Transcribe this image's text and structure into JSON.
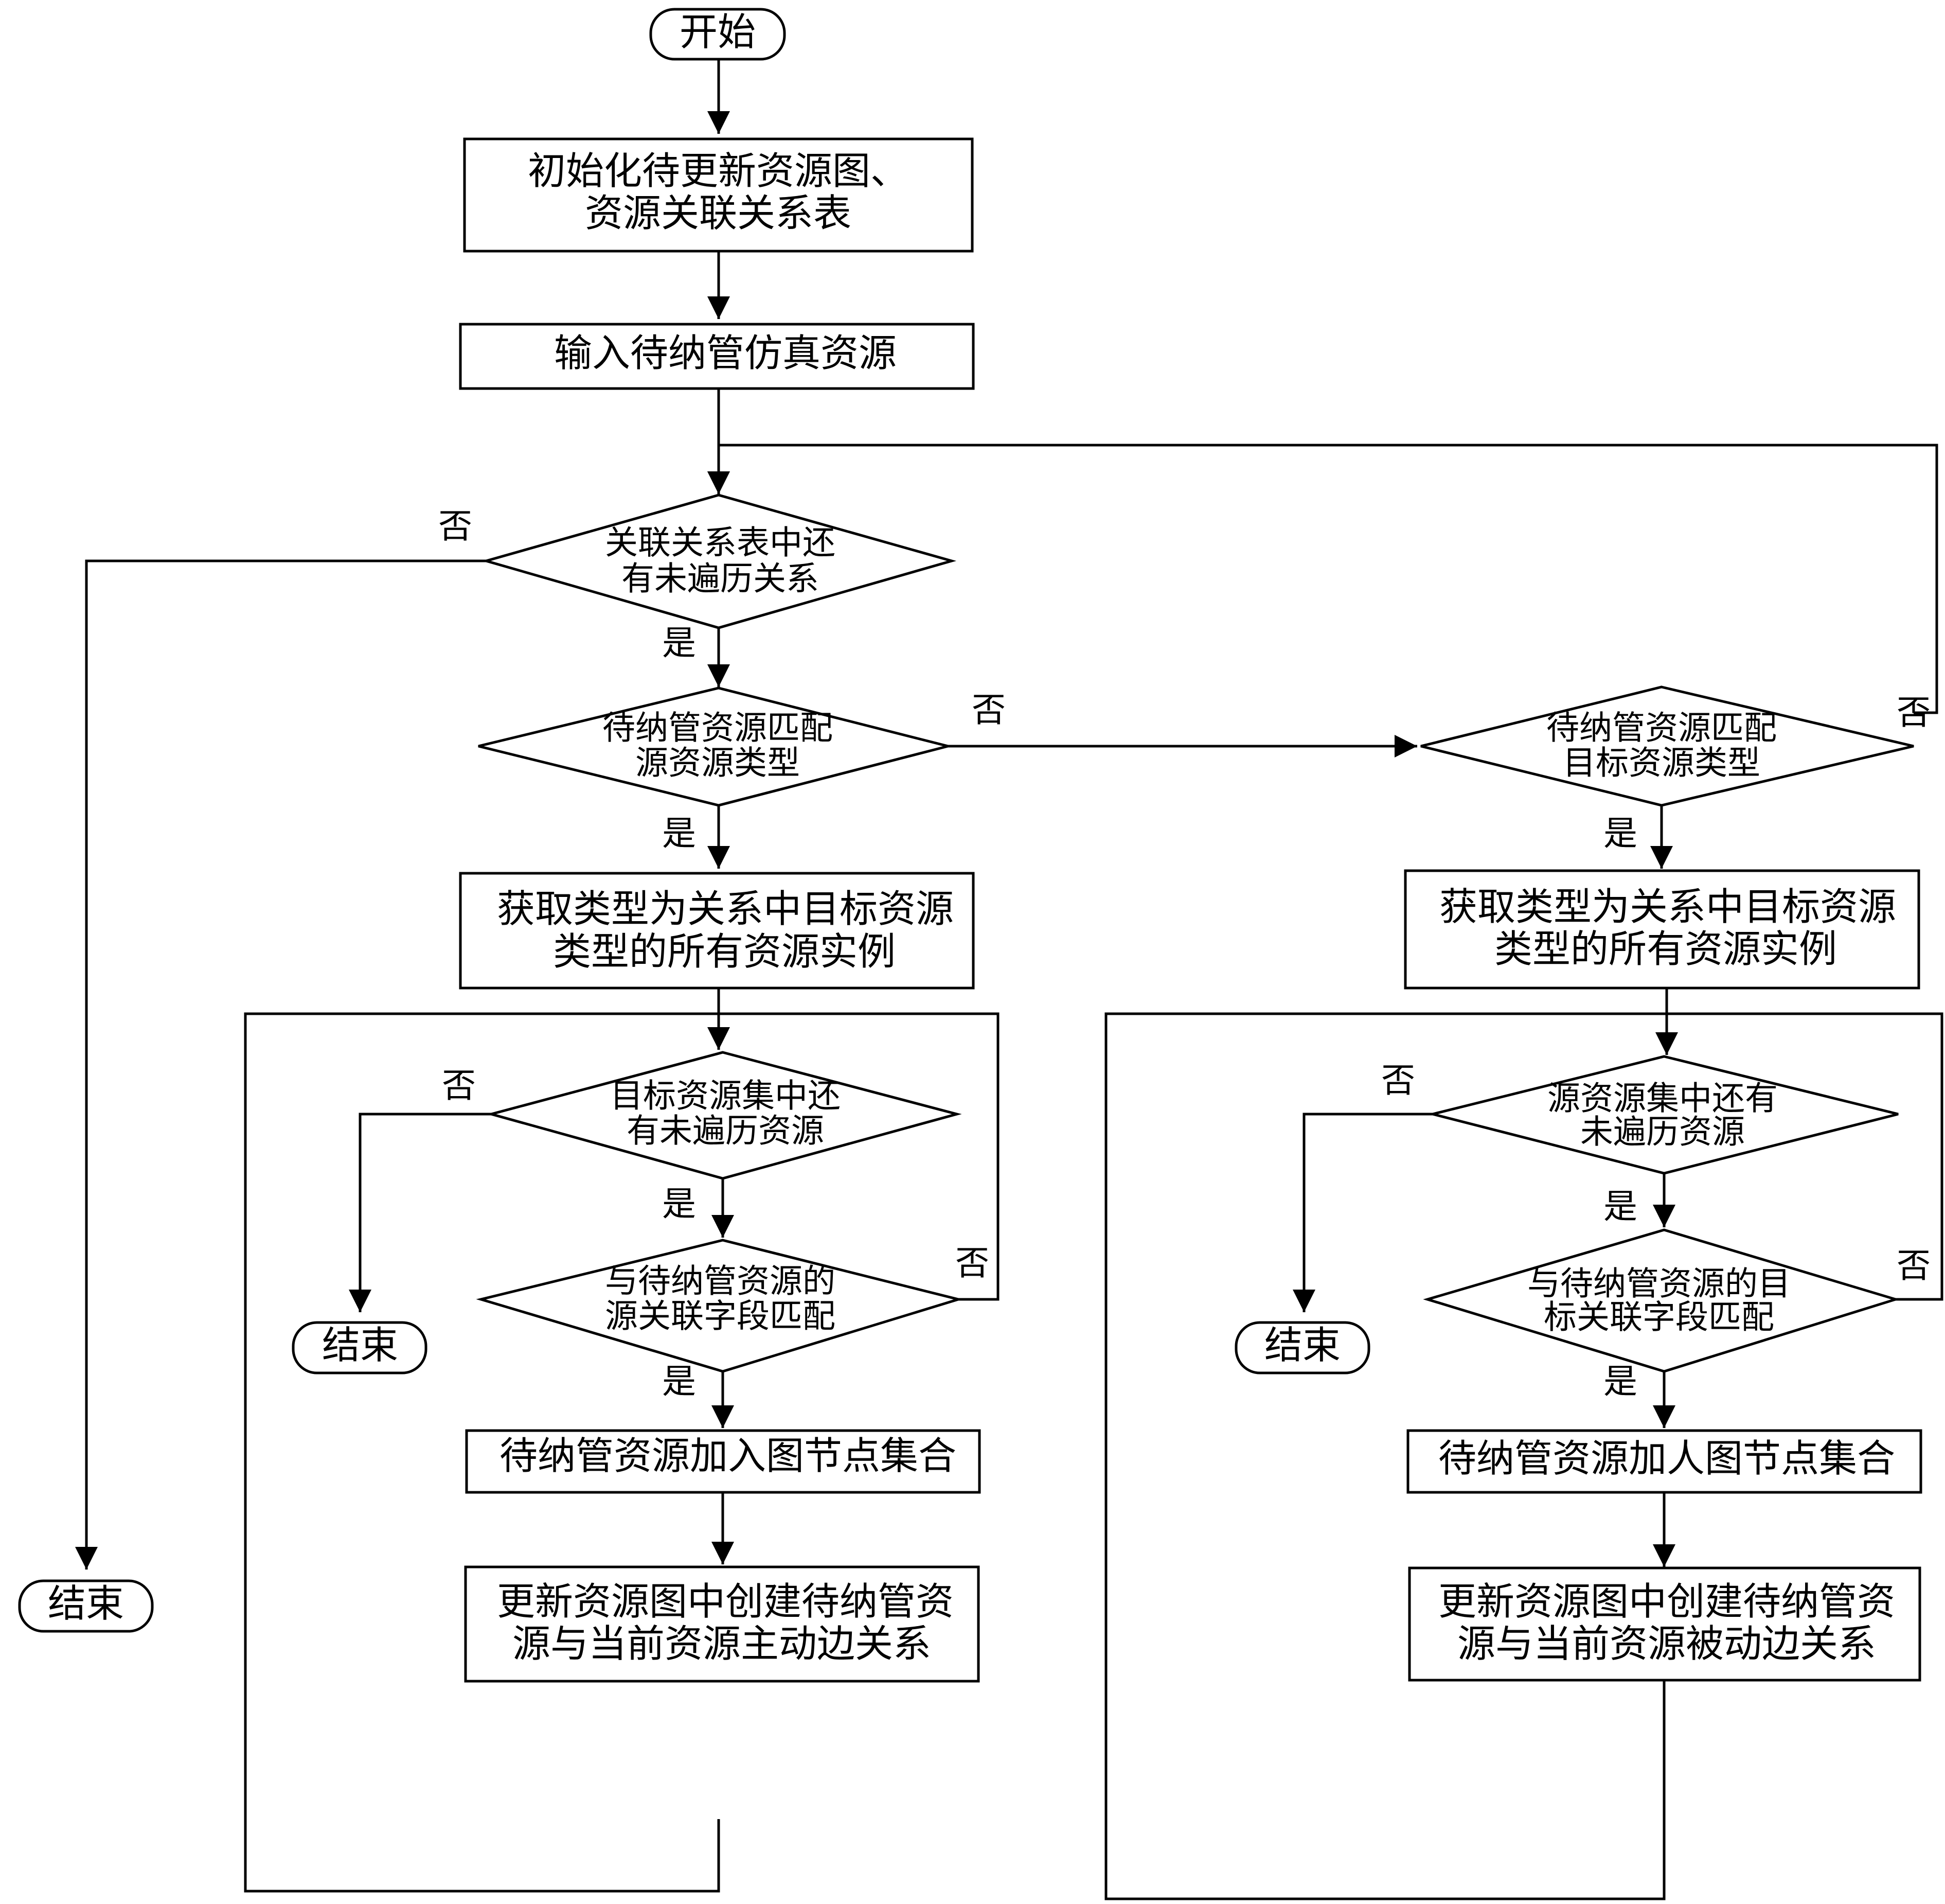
{
  "nodes": {
    "start": "开始",
    "init": [
      "初始化待更新资源图、",
      "资源关联关系表"
    ],
    "input": "输入待纳管仿真资源",
    "check_relations": [
      "关联关系表中还",
      "有未遍历关系"
    ],
    "match_source_type": [
      "待纳管资源匹配",
      "源资源类型"
    ],
    "match_target_type": [
      "待纳管资源匹配",
      "目标资源类型"
    ],
    "get_instances_left": [
      "获取类型为关系中目标资源",
      "类型的所有资源实例"
    ],
    "get_instances_right": [
      "获取类型为关系中目标资源",
      "类型的所有资源实例"
    ],
    "check_target_set": [
      "目标资源集中还",
      "有未遍历资源"
    ],
    "check_source_set": [
      "源资源集中还有",
      "未遍历资源"
    ],
    "match_source_field": [
      "与待纳管资源的",
      "源关联字段匹配"
    ],
    "match_target_field": [
      "与待纳管资源的目",
      "标关联字段匹配"
    ],
    "add_node_left": "待纳管资源加入图节点集合",
    "add_node_right": "待纳管资源加人图节点集合",
    "create_active_edge": [
      "更新资源图中创建待纳管资",
      "源与当前资源主动边关系"
    ],
    "create_passive_edge": [
      "更新资源图中创建待纳管资",
      "源与当前资源被动边关系"
    ],
    "end_main": "结束",
    "end_left": "结束",
    "end_right": "结束"
  },
  "labels": {
    "yes": "是",
    "no": "否"
  }
}
